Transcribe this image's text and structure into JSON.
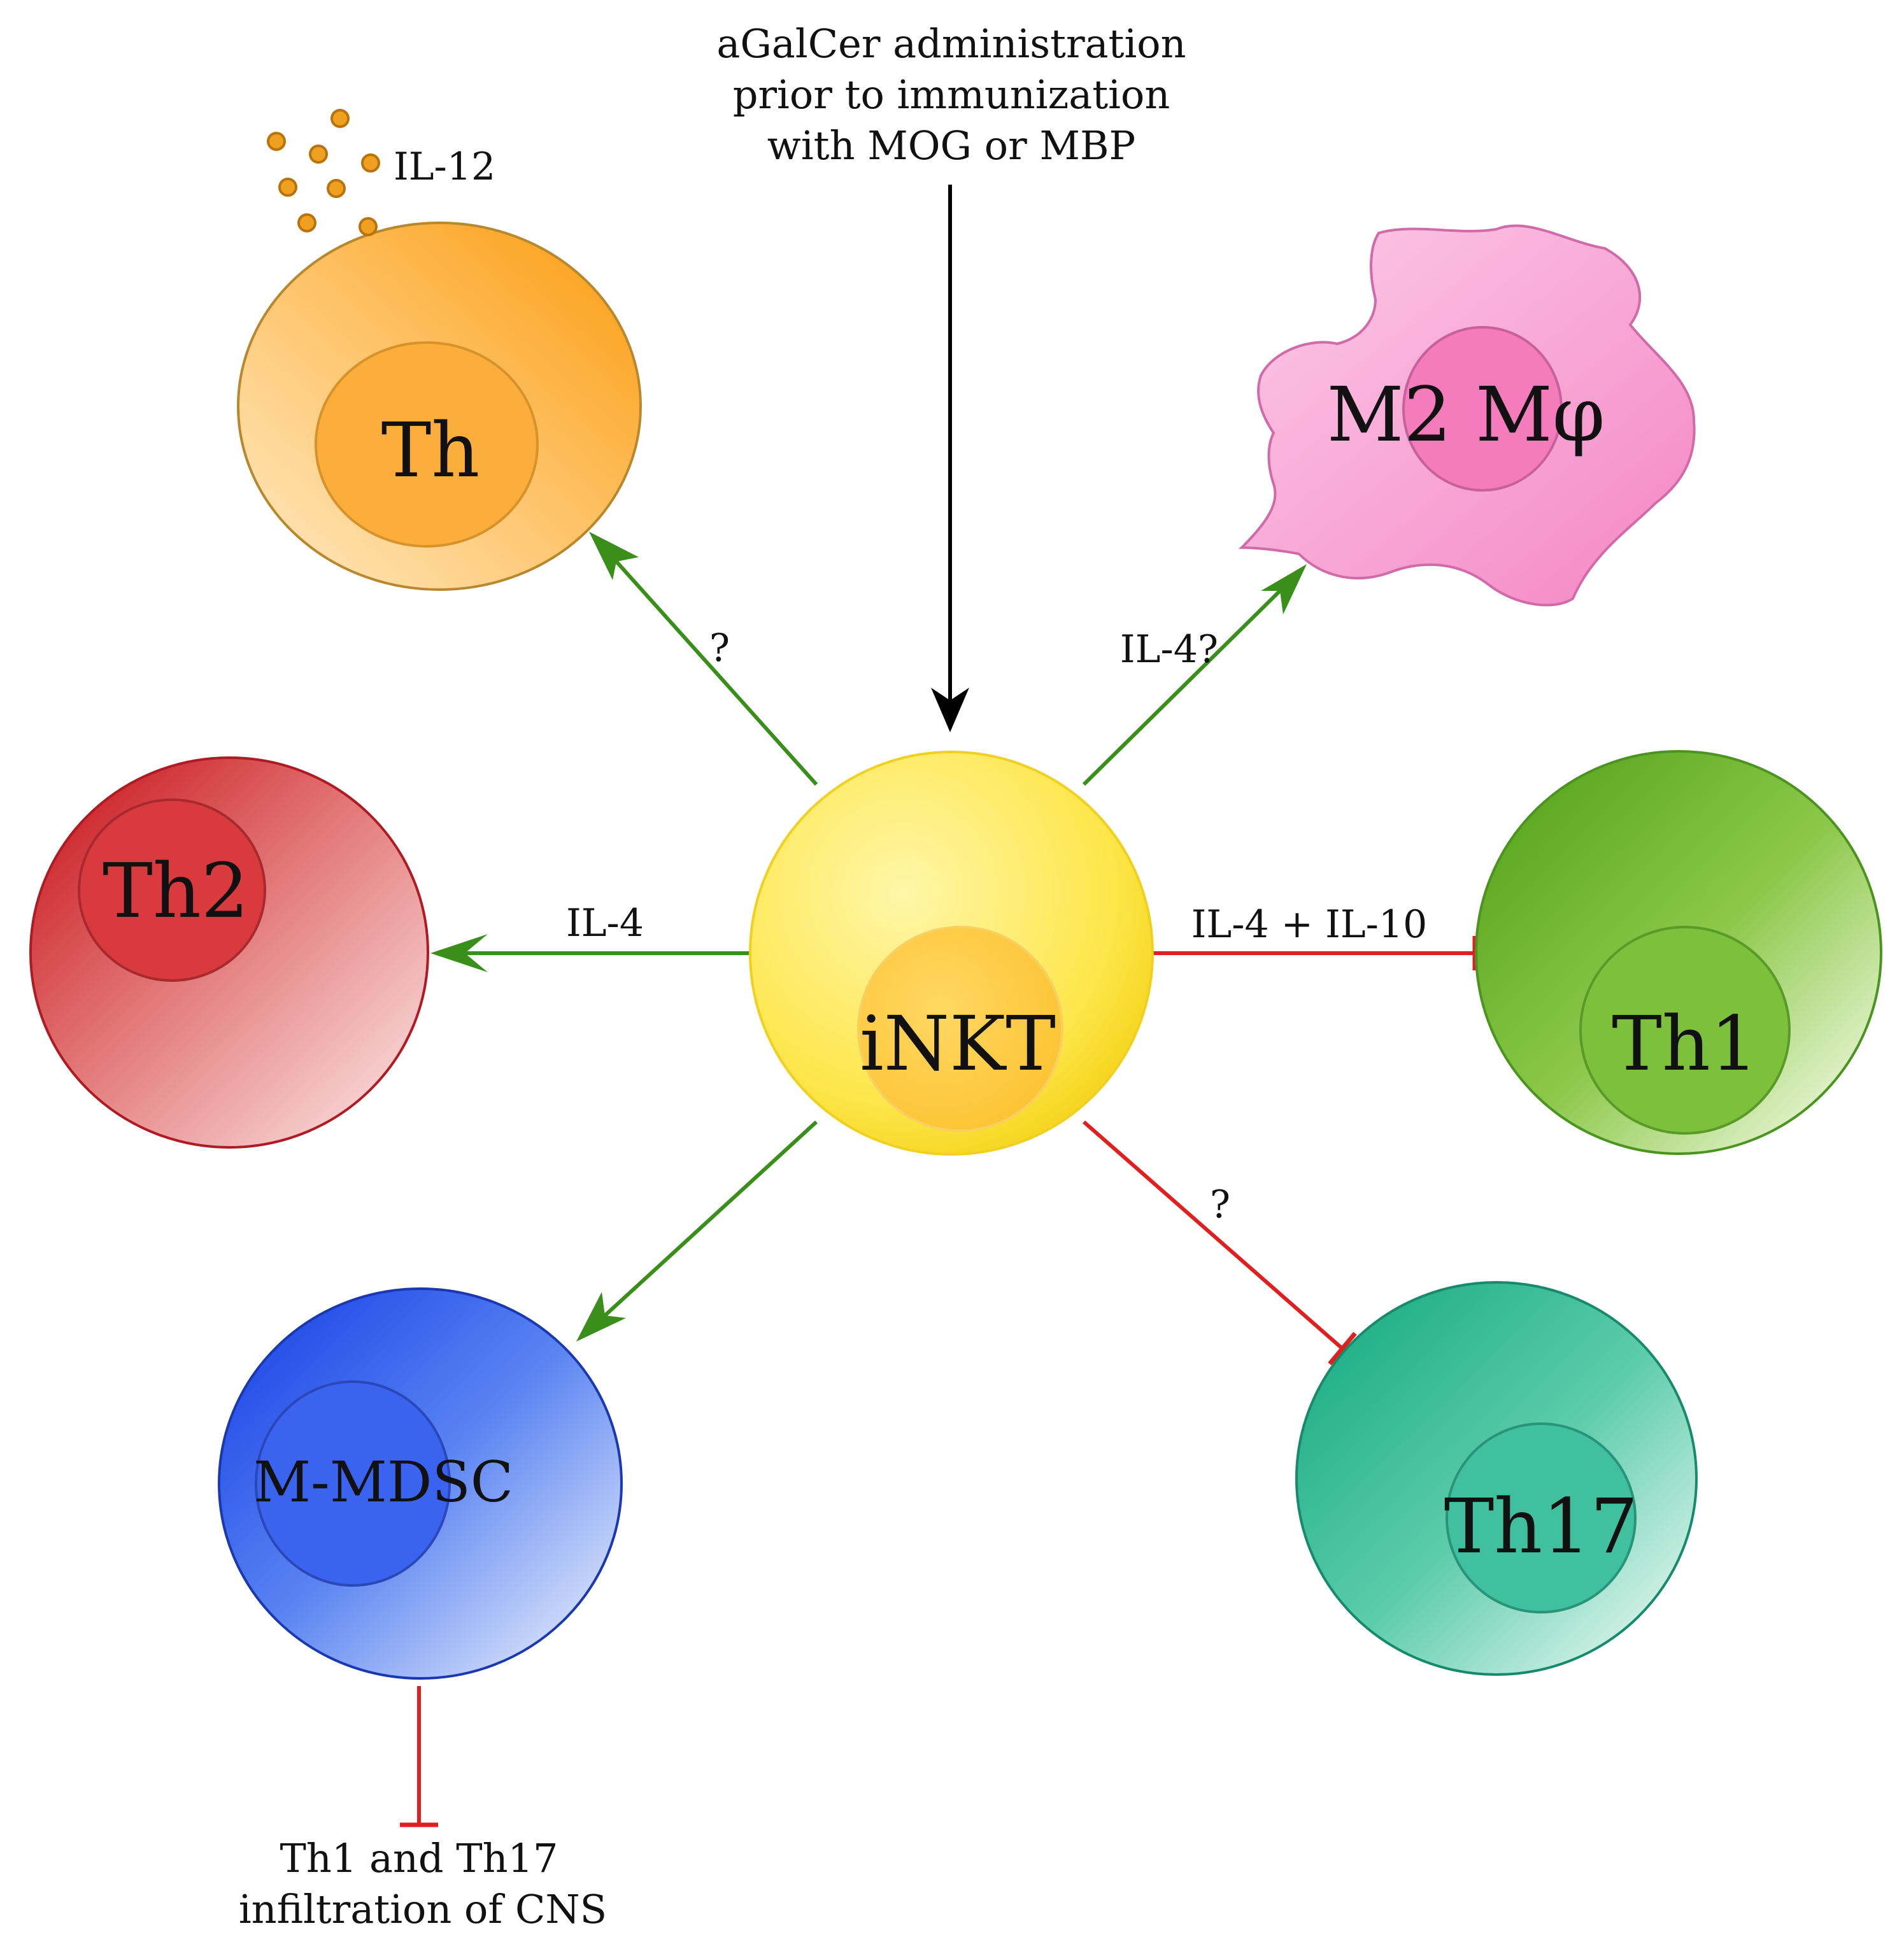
{
  "top_note": {
    "lines": [
      "aGalCer administration",
      "prior to immunization",
      "with MOG or MBP"
    ]
  },
  "cells": {
    "inkt": {
      "label": "iNKT"
    },
    "th": {
      "label": "Th",
      "cytokine": "IL-12"
    },
    "m2": {
      "label": "M2 Mφ"
    },
    "th2": {
      "label": "Th2"
    },
    "th1": {
      "label": "Th1"
    },
    "mdsc": {
      "label": "M-MDSC"
    },
    "th17": {
      "label": "Th17"
    }
  },
  "arrows": {
    "to_th": {
      "label": "?",
      "kind": "activation"
    },
    "to_m2": {
      "label": "IL-4?",
      "kind": "activation"
    },
    "to_th2": {
      "label": "IL-4",
      "kind": "activation"
    },
    "to_th1": {
      "label": "IL-4 + IL-10",
      "kind": "inhibition"
    },
    "to_mdsc": {
      "label": "",
      "kind": "activation"
    },
    "to_th17": {
      "label": "?",
      "kind": "inhibition"
    },
    "mdsc_to_cns": {
      "label": "",
      "kind": "inhibition"
    }
  },
  "bottom_note": {
    "lines": [
      "Th1 and Th17",
      "infiltration of CNS"
    ]
  },
  "colors": {
    "activation": "#3a8f1a",
    "inhibition": "#e02020",
    "stimulus": "#000000"
  }
}
